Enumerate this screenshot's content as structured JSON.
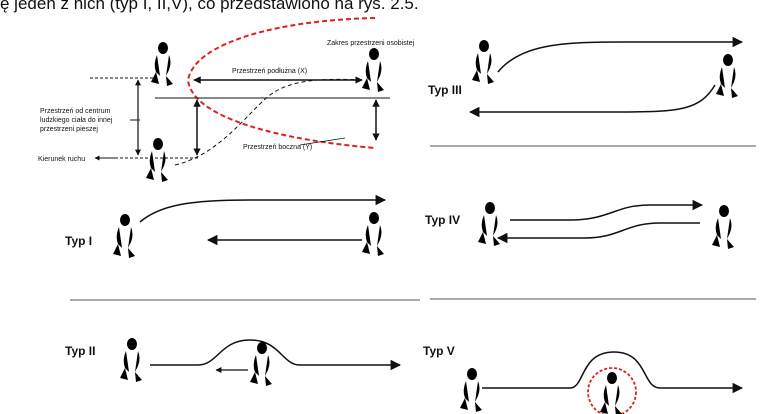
{
  "caption": "ę jeden z nich (typ I, II,V), co przedstawiono na rys. 2.5.",
  "top_left": {
    "zone_label": "Zakres przestrzeni osobistej",
    "longitudinal_label": "Przestrzeń podłużna (X)",
    "lateral_label": "Przestrzeń boczna (Y)",
    "distance_label_lines": [
      "Przestrzeń od centrum",
      "ludzkiego ciała do innej",
      "przestrzeni pieszej"
    ],
    "direction_label": "Kierunek ruchu"
  },
  "types": {
    "t1": "Typ I",
    "t2": "Typ II",
    "t3": "Typ III",
    "t4": "Typ IV",
    "t5": "Typ V"
  },
  "colors": {
    "zone": "#e02020",
    "line": "#111111"
  }
}
